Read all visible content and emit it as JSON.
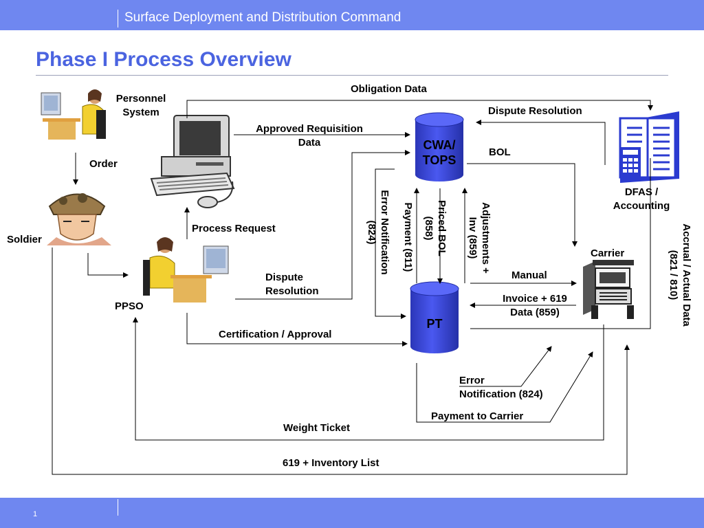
{
  "header": {
    "org_name": "Surface Deployment and Distribution Command"
  },
  "footer": {
    "page_number": "1"
  },
  "slide": {
    "title": "Phase I Process Overview"
  },
  "nodes": {
    "personnel_system": "Personnel\nSystem",
    "soldier": "Soldier",
    "ppso": "PPSO",
    "cwa_tops": "CWA/\nTOPS",
    "pt": "PT",
    "dfas": "DFAS /\nAccounting",
    "carrier": "Carrier"
  },
  "flows": {
    "obligation_data": "Obligation Data",
    "dispute_resolution_top": "Dispute Resolution",
    "approved_requisition": "Approved Requisition\nData",
    "bol": "BOL",
    "order": "Order",
    "process_request": "Process Request",
    "dispute_resolution_left": "Dispute\nResolution",
    "certification": "Certification / Approval",
    "error_notification_824_vertical": "Error Notification\n(824)",
    "payment_811": "Payment (811)",
    "priced_bol": "Priced BOL\n(858)",
    "adjustments": "Adjustments +\nInv (859)",
    "manual": "Manual",
    "invoice": "Invoice + 619\nData (859)",
    "accrual": "Accrual / Actual Data\n(821 / 810)",
    "error_notification_bottom": "Error\nNotification (824)",
    "payment_to_carrier": "Payment to Carrier",
    "weight_ticket": "Weight Ticket",
    "inventory_list": "619 + Inventory List"
  },
  "colors": {
    "bar": "#6f87f0",
    "title": "#4b64e0",
    "cylinder": "#3a47d9"
  },
  "icons": {
    "personnel": "office-worker-icon",
    "computer": "desktop-computer-icon",
    "soldier": "soldier-icon",
    "ppso": "office-worker-icon",
    "dfas": "ledger-calculator-icon",
    "carrier": "truck-icon"
  }
}
